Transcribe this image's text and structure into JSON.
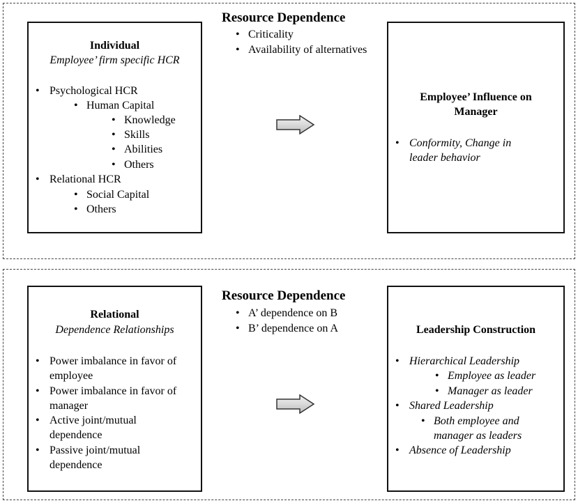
{
  "top": {
    "resource_dependence": {
      "title": "Resource Dependence",
      "items": [
        "Criticality",
        "Availability of alternatives"
      ]
    },
    "individual": {
      "title": "Individual",
      "subtitle": "Employee’ firm specific HCR",
      "items": [
        "Psychological HCR",
        "Human Capital",
        "Knowledge",
        "Skills",
        "Abilities",
        "Others",
        "Relational HCR",
        "Social Capital",
        "Others"
      ]
    },
    "influence": {
      "title_line1": "Employee’ Influence on",
      "title_line2": "Manager",
      "item_line1": "Conformity, Change in",
      "item_line2": "leader behavior"
    }
  },
  "bottom": {
    "resource_dependence": {
      "title": "Resource Dependence",
      "items": [
        "A’ dependence on B",
        "B’ dependence on A"
      ]
    },
    "relational": {
      "title": "Relational",
      "subtitle": "Dependence Relationships",
      "items": [
        "Power imbalance in favor of",
        "employee",
        "Power imbalance in favor of",
        "manager",
        "Active joint/mutual",
        "dependence",
        "Passive joint/mutual",
        "dependence"
      ]
    },
    "leadership": {
      "title": "Leadership Construction",
      "items": [
        "Hierarchical Leadership",
        "Employee as leader",
        "Manager as leader",
        "Shared Leadership",
        "Both employee and",
        "manager as leaders",
        "Absence of Leadership"
      ]
    }
  }
}
